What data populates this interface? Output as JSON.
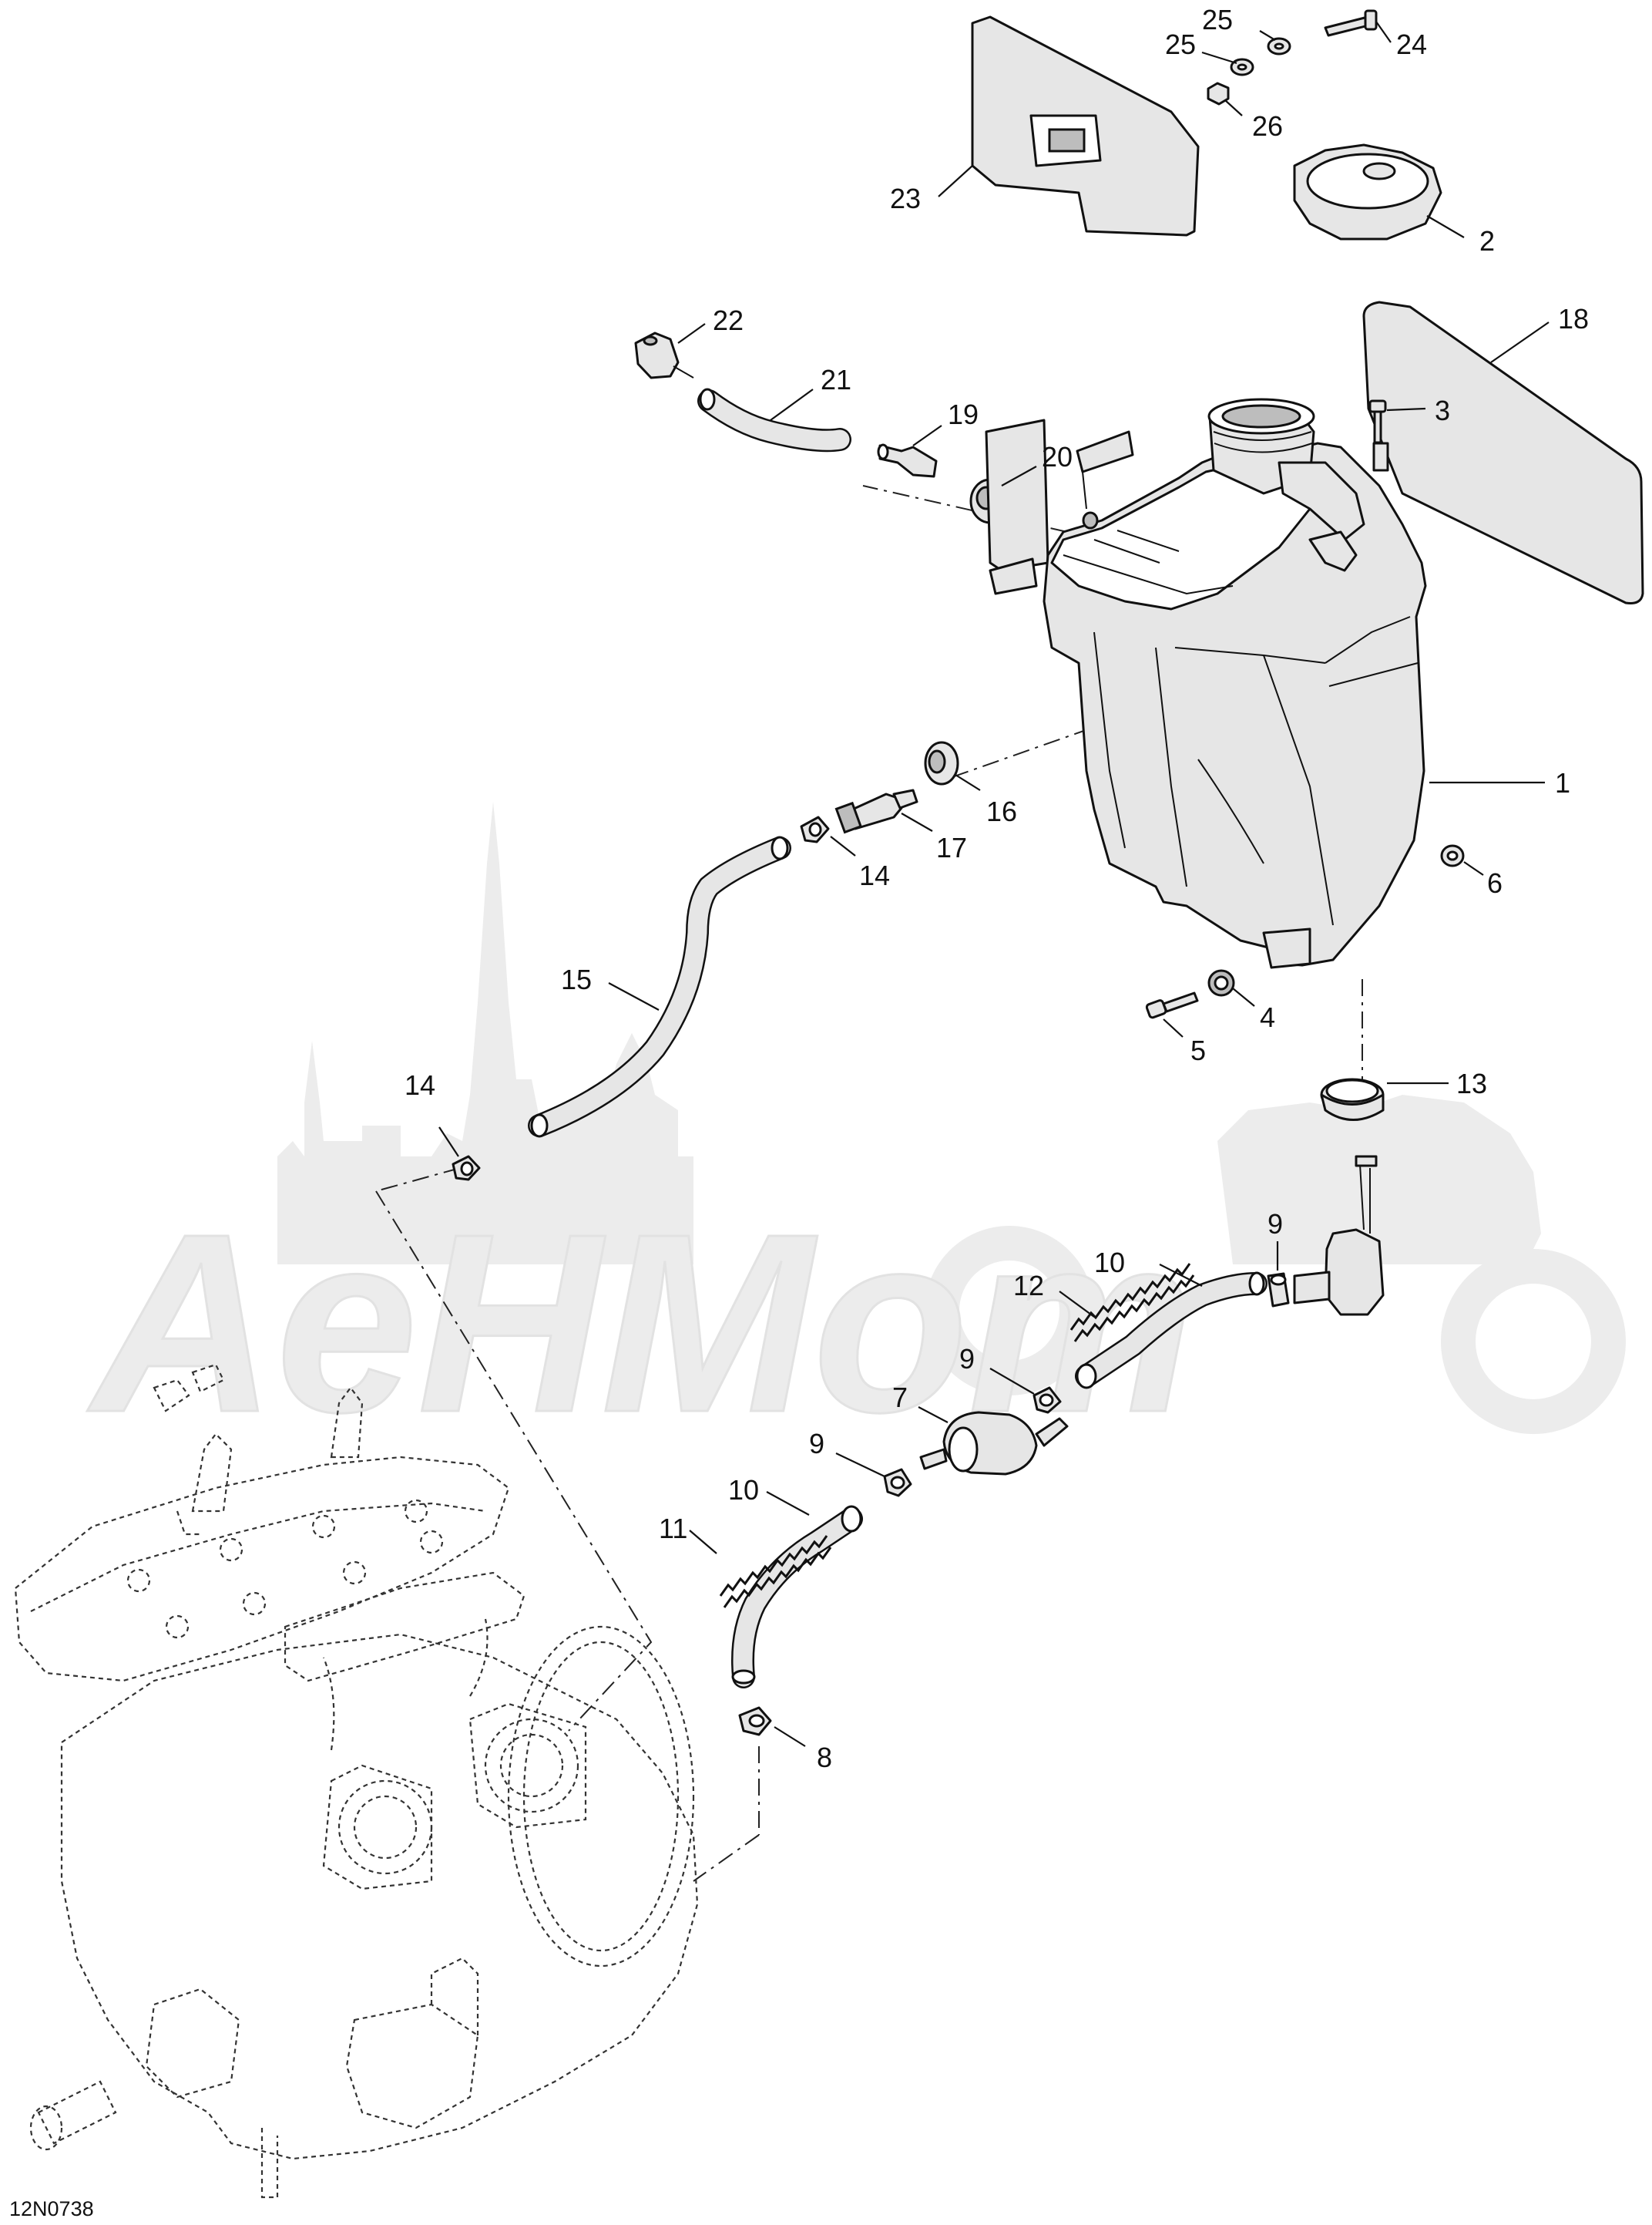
{
  "figure_code": "12N0738",
  "watermark": {
    "text": "AeHMom",
    "color": "#ececec"
  },
  "callouts": [
    {
      "id": "c1",
      "label": "1"
    },
    {
      "id": "c2",
      "label": "2"
    },
    {
      "id": "c3",
      "label": "3"
    },
    {
      "id": "c4",
      "label": "4"
    },
    {
      "id": "c5",
      "label": "5"
    },
    {
      "id": "c6",
      "label": "6"
    },
    {
      "id": "c7",
      "label": "7"
    },
    {
      "id": "c8",
      "label": "8"
    },
    {
      "id": "c9a",
      "label": "9"
    },
    {
      "id": "c9b",
      "label": "9"
    },
    {
      "id": "c9c",
      "label": "9"
    },
    {
      "id": "c10a",
      "label": "10"
    },
    {
      "id": "c10b",
      "label": "10"
    },
    {
      "id": "c11",
      "label": "11"
    },
    {
      "id": "c12",
      "label": "12"
    },
    {
      "id": "c13",
      "label": "13"
    },
    {
      "id": "c14a",
      "label": "14"
    },
    {
      "id": "c14b",
      "label": "14"
    },
    {
      "id": "c15",
      "label": "15"
    },
    {
      "id": "c16",
      "label": "16"
    },
    {
      "id": "c17",
      "label": "17"
    },
    {
      "id": "c18",
      "label": "18"
    },
    {
      "id": "c19",
      "label": "19"
    },
    {
      "id": "c20",
      "label": "20"
    },
    {
      "id": "c21",
      "label": "21"
    },
    {
      "id": "c22",
      "label": "22"
    },
    {
      "id": "c23",
      "label": "23"
    },
    {
      "id": "c24",
      "label": "24"
    },
    {
      "id": "c25a",
      "label": "25"
    },
    {
      "id": "c25b",
      "label": "25"
    },
    {
      "id": "c26",
      "label": "26"
    }
  ],
  "colors": {
    "line": "#111111",
    "part_fill": "#e6e6e6",
    "background": "#ffffff"
  }
}
